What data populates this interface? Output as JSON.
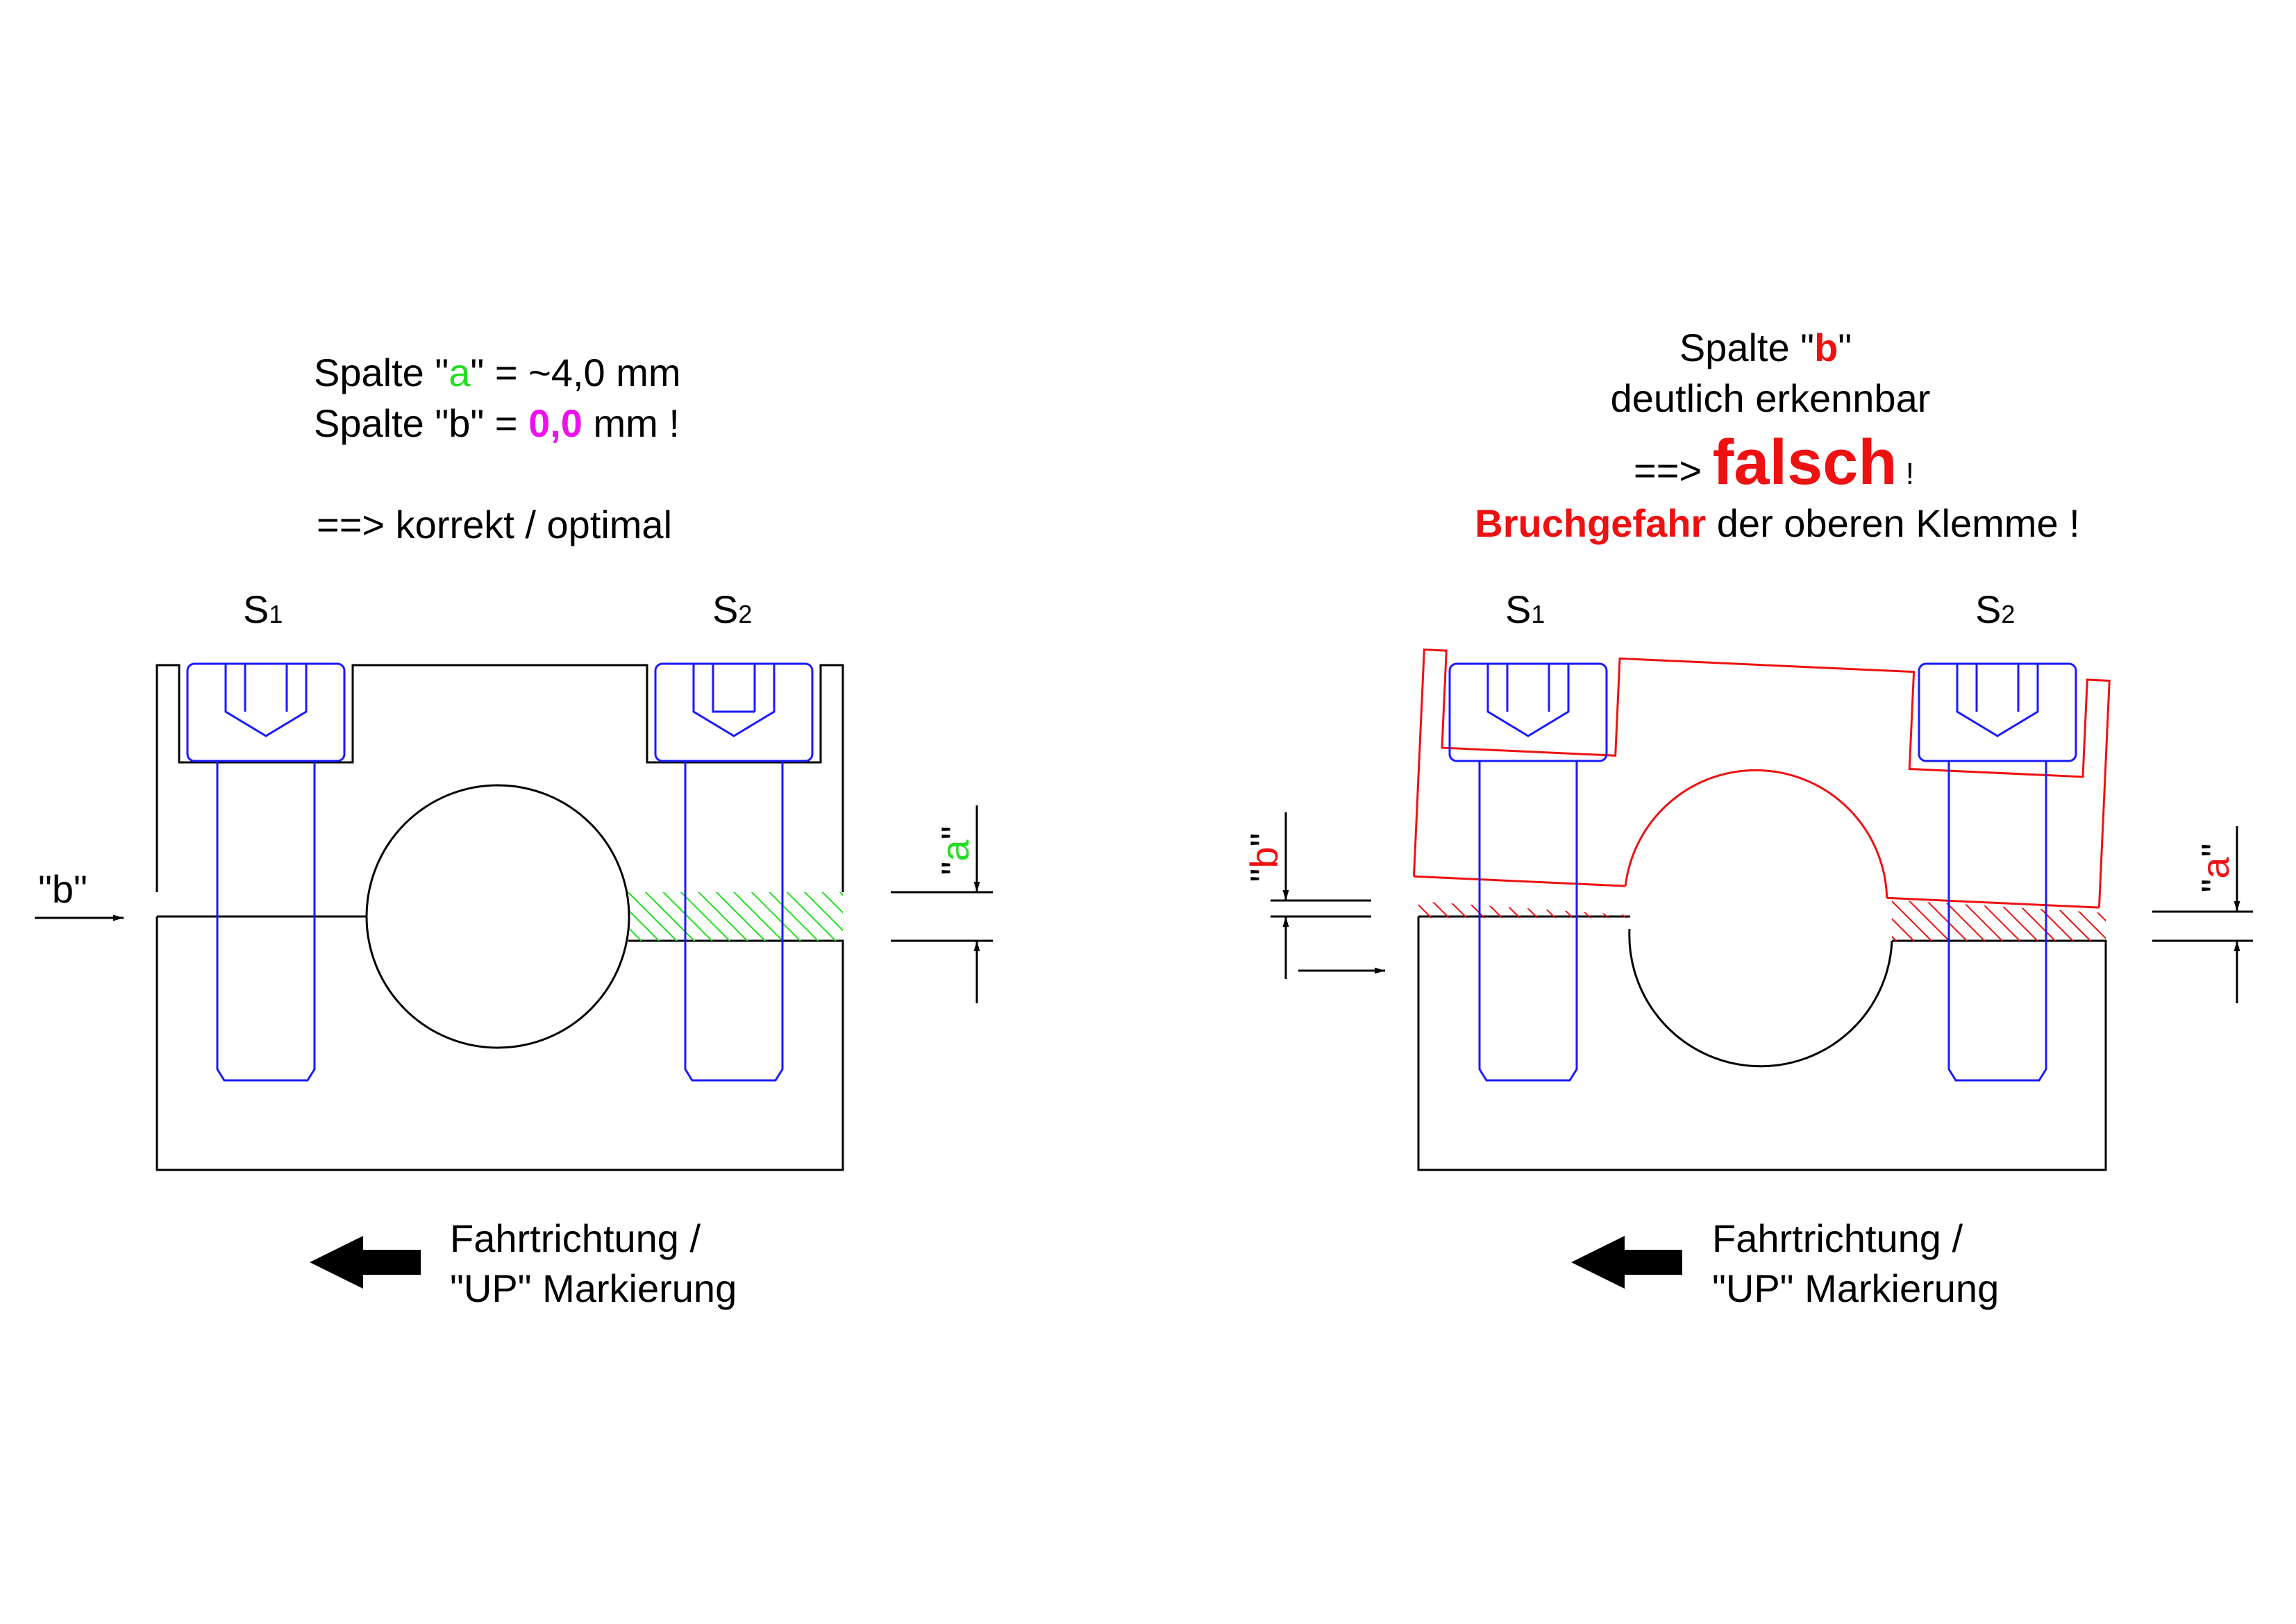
{
  "colors": {
    "outline": "#000000",
    "screw": "#1a1aff",
    "wrong": "#ee1111",
    "gap_a": "#22dd22",
    "gap_b_zero": "#ee11ee"
  },
  "left": {
    "line1": {
      "pre": "Spalte \"",
      "key": "a",
      "post": "\" = ~4,0 mm"
    },
    "line2": {
      "pre": "Spalte \"b\" = ",
      "value": "0,0",
      "post": " mm !"
    },
    "verdict": "==> korrekt / optimal",
    "screw1": {
      "base": "S",
      "sub": "1"
    },
    "screw2": {
      "base": "S",
      "sub": "2"
    },
    "gap_b_label": "\"b\"",
    "gap_a_label": {
      "q1": "\"",
      "key": "a",
      "q2": "\""
    },
    "direction": {
      "line1": "Fahrtrichtung /",
      "line2": "\"UP\" Markierung",
      "icon": "arrow-left-icon"
    }
  },
  "right": {
    "line1": {
      "pre": "Spalte \"",
      "key": "b",
      "post": "\""
    },
    "line2": "deutlich erkennbar",
    "line3": {
      "pre": "==> ",
      "key": "falsch",
      "post": " !"
    },
    "line4": {
      "key": "Bruchgefahr",
      "post": " der oberen Klemme !"
    },
    "screw1": {
      "base": "S",
      "sub": "1"
    },
    "screw2": {
      "base": "S",
      "sub": "2"
    },
    "gap_b_label": {
      "q1": "\"",
      "key": "b",
      "q2": "\""
    },
    "gap_a_label": {
      "q1": "\"",
      "key": "a",
      "q2": "\""
    },
    "direction": {
      "line1": "Fahrtrichtung /",
      "line2": "\"UP\" Markierung",
      "icon": "arrow-left-icon"
    }
  }
}
